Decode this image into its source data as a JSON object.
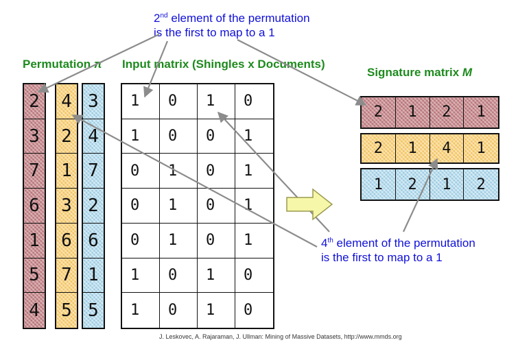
{
  "callouts": {
    "top": {
      "ordinal": "2",
      "suffix": "nd",
      "line1_rest": " element of the permutation",
      "line2": "is the first to map to a 1"
    },
    "bottom": {
      "ordinal": "4",
      "suffix": "th",
      "line1_rest": " element of the permutation",
      "line2": "is the first to map to a 1"
    }
  },
  "headings": {
    "permutation": "Permutation ",
    "permutation_symbol": "π",
    "input_matrix": "Input matrix (Shingles x Documents)",
    "signature": "Signature matrix ",
    "signature_symbol": "M"
  },
  "permutations": [
    {
      "color": "#c98d90",
      "values": [
        "2",
        "3",
        "7",
        "6",
        "1",
        "5",
        "4"
      ]
    },
    {
      "color": "#fbd47e",
      "values": [
        "4",
        "2",
        "1",
        "3",
        "6",
        "7",
        "5"
      ]
    },
    {
      "color": "#b7dced",
      "values": [
        "3",
        "4",
        "7",
        "2",
        "6",
        "1",
        "5"
      ]
    }
  ],
  "input_matrix": [
    [
      "1",
      "0",
      "1",
      "0"
    ],
    [
      "1",
      "0",
      "0",
      "1"
    ],
    [
      "0",
      "1",
      "0",
      "1"
    ],
    [
      "0",
      "1",
      "0",
      "1"
    ],
    [
      "0",
      "1",
      "0",
      "1"
    ],
    [
      "1",
      "0",
      "1",
      "0"
    ],
    [
      "1",
      "0",
      "1",
      "0"
    ]
  ],
  "signature_matrix": [
    {
      "color": "#c98d90",
      "values": [
        "2",
        "1",
        "2",
        "1"
      ]
    },
    {
      "color": "#fbd47e",
      "values": [
        "2",
        "1",
        "4",
        "1"
      ]
    },
    {
      "color": "#b7dced",
      "values": [
        "1",
        "2",
        "1",
        "2"
      ]
    }
  ],
  "colors": {
    "callout": "#1010d8",
    "heading": "#1e8a1e",
    "arrow": "#8c8c8c",
    "block_arrow_fill": "#f6f7a8"
  },
  "footer": "J. Leskovec, A. Rajaraman, J. Ullman: Mining of Massive Datasets, http://www.mmds.org"
}
